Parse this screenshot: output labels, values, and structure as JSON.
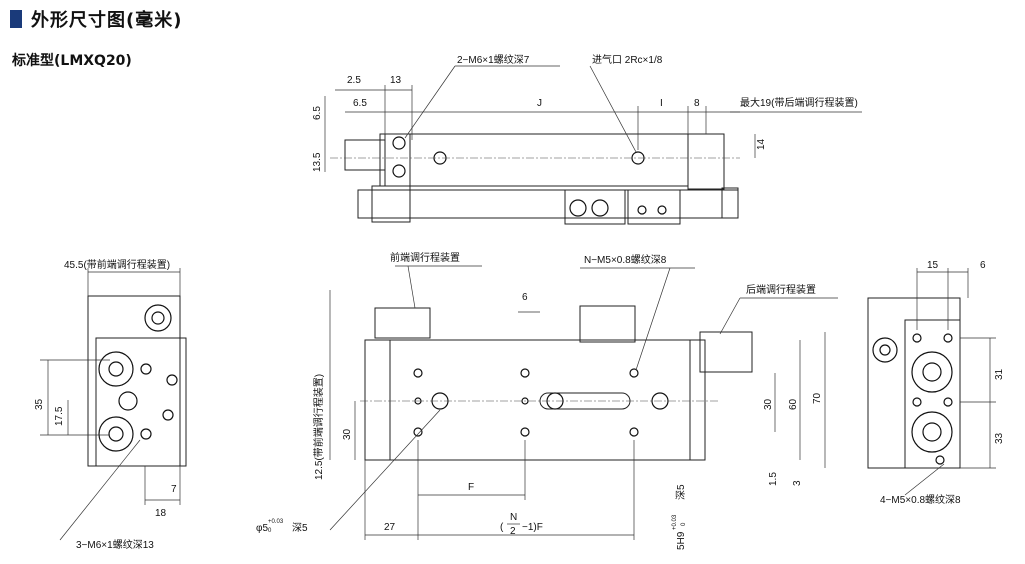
{
  "header": {
    "title": "外形尺寸图(毫米)",
    "subtitle": "标准型(LMXQ20)"
  },
  "top_view": {
    "note_thread": "2−M6×1螺纹深7",
    "note_port": "进气口 2Rc×1/8",
    "note_max": "最大19(带后端调行程装置)",
    "d_2_5": "2.5",
    "d_13": "13",
    "d_6_5": "6.5",
    "d_J": "J",
    "d_I": "I",
    "d_8": "8",
    "d_6_5v": "6.5",
    "d_13_5": "13.5",
    "d_14": "14"
  },
  "left_view": {
    "note_top": "45.5(带前端调行程装置)",
    "note_bottom": "3−M6×1螺纹深13",
    "d_35": "35",
    "d_17_5": "17.5",
    "d_7": "7",
    "d_18": "18"
  },
  "front_view": {
    "note_front_adj": "前端调行程装置",
    "note_rear_adj": "后端调行程装置",
    "note_thread": "N−M5×0.8螺纹深8",
    "note_side": "12.5(带前端调行程装置)",
    "note_phi": "φ5",
    "note_phi_tol_up": "+0.03",
    "note_phi_tol_low": "0",
    "note_phi_depth": "深5",
    "note_5h9_a": "5H9",
    "note_5h9_tol_up": "+0.03",
    "note_5h9_tol_low": "0",
    "note_5h9_b": "深5",
    "d_6": "6",
    "d_30a": "30",
    "d_30b": "30",
    "d_60": "60",
    "d_70": "70",
    "d_1_5": "1.5",
    "d_3": "3",
    "d_F": "F",
    "d_27": "27",
    "d_nf_a": "(",
    "d_nf_N": "N",
    "d_nf_2": "2",
    "d_nf_b": "−1)F"
  },
  "right_view": {
    "d_15": "15",
    "d_6": "6",
    "d_31": "31",
    "d_33": "33",
    "note_thread": "4−M5×0.8螺纹深8"
  }
}
